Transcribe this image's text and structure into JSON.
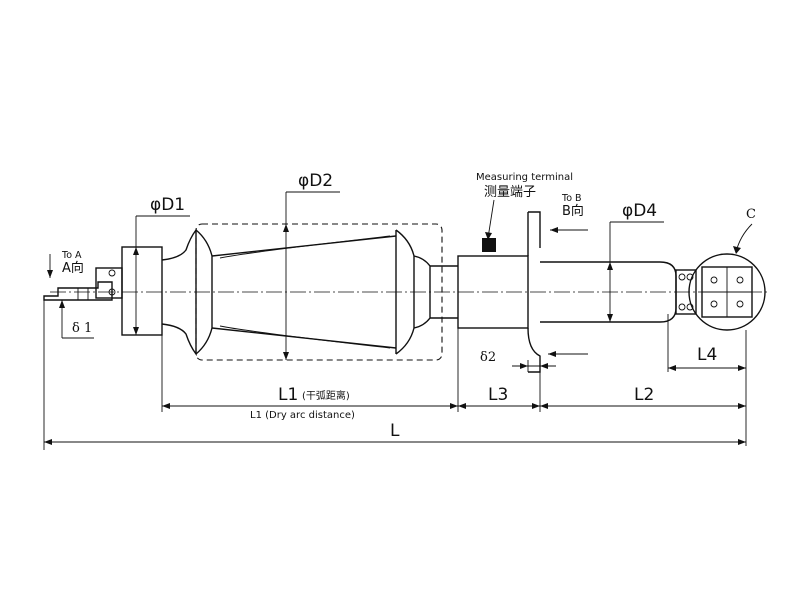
{
  "labels": {
    "d1": "φD1",
    "d2": "φD2",
    "d4": "φD4",
    "c": "C",
    "measuring_en": "Measuring terminal",
    "measuring_cn": "测量端子",
    "to_a": "To A",
    "a_dir": "A向",
    "to_b": "To B",
    "b_dir": "B向",
    "delta1": "δ 1",
    "delta2": "δ2",
    "l1": "L1",
    "l1_cn": "(干弧距离)",
    "l1_en": "L1 (Dry arc distance)",
    "l3": "L3",
    "l2": "L2",
    "l4": "L4",
    "l": "L"
  }
}
